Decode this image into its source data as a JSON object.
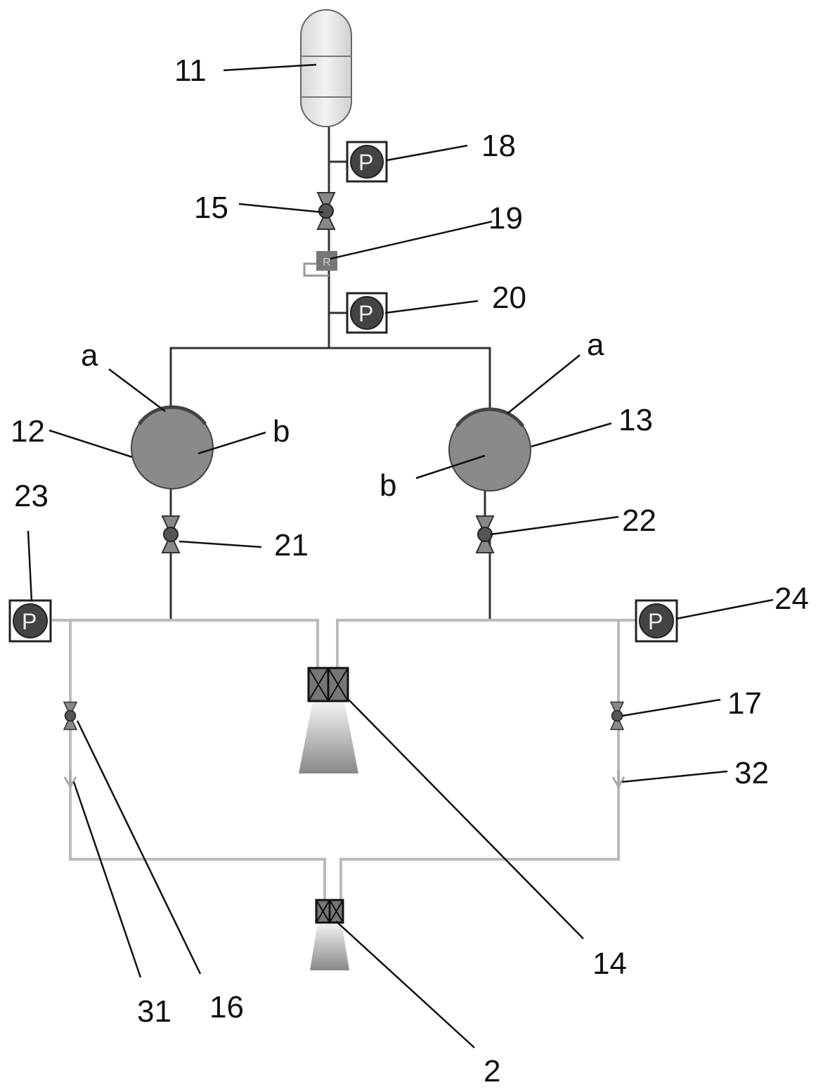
{
  "diagram": {
    "type": "propulsion system schematic",
    "labels": {
      "tank": "11",
      "gauge_18": "18",
      "valve_15": "15",
      "regulator_19": "19",
      "gauge_20": "20",
      "a_left": "a",
      "tank_12": "12",
      "b_left": "b",
      "a_right": "a",
      "tank_13": "13",
      "b_right": "b",
      "gauge_23": "23",
      "valve_21": "21",
      "valve_22": "22",
      "gauge_24": "24",
      "valve_17": "17",
      "check_32": "32",
      "thruster_14": "14",
      "valve_16": "16",
      "check_31": "31",
      "thruster_2": "2"
    },
    "symbols": {
      "pressure_gauge": "P",
      "regulator": "R"
    }
  }
}
